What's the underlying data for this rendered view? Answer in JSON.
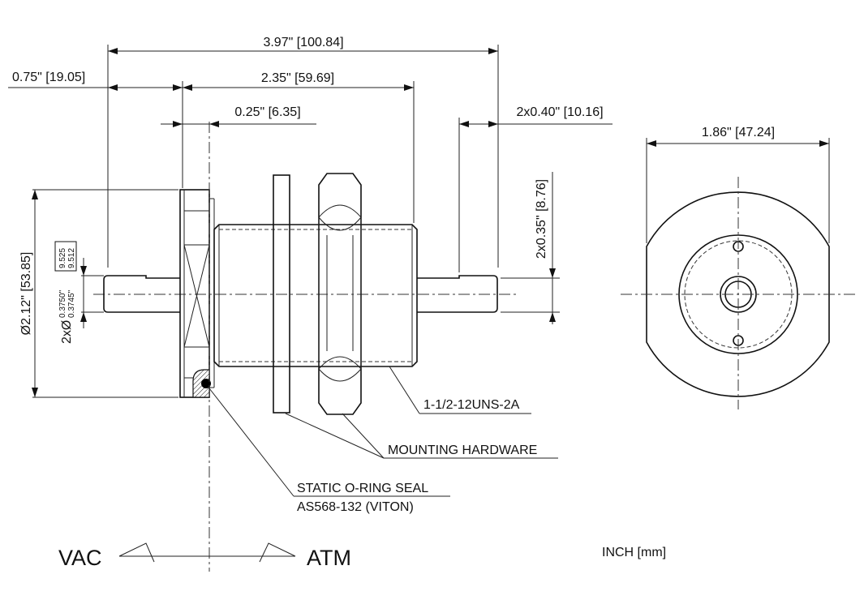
{
  "dimensions": {
    "overall_length": "3.97\" [100.84]",
    "left_stub": "0.75\" [19.05]",
    "body_length": "2.35\" [59.69]",
    "flange_thickness": "0.25\" [6.35]",
    "right_stub": "2x0.40\" [10.16]",
    "front_diameter": "1.86\" [47.24]",
    "overall_diameter": "Ø2.12\" [53.85]",
    "pin_offset": "2x0.35\" [8.76]",
    "pin_diameter_prefix": "2xØ",
    "pin_diameter_inch_max": "0.3750\"",
    "pin_diameter_inch_min": "0.3745\"",
    "pin_diameter_mm_max": "9.525",
    "pin_diameter_mm_min": "9.512"
  },
  "callouts": {
    "thread": "1-1/2-12UNS-2A",
    "hardware": "MOUNTING HARDWARE",
    "seal_line1": "STATIC O-RING SEAL",
    "seal_line2": "AS568-132 (VITON)"
  },
  "sides": {
    "vacuum": "VAC",
    "atmosphere": "ATM"
  },
  "units": "INCH [mm]"
}
